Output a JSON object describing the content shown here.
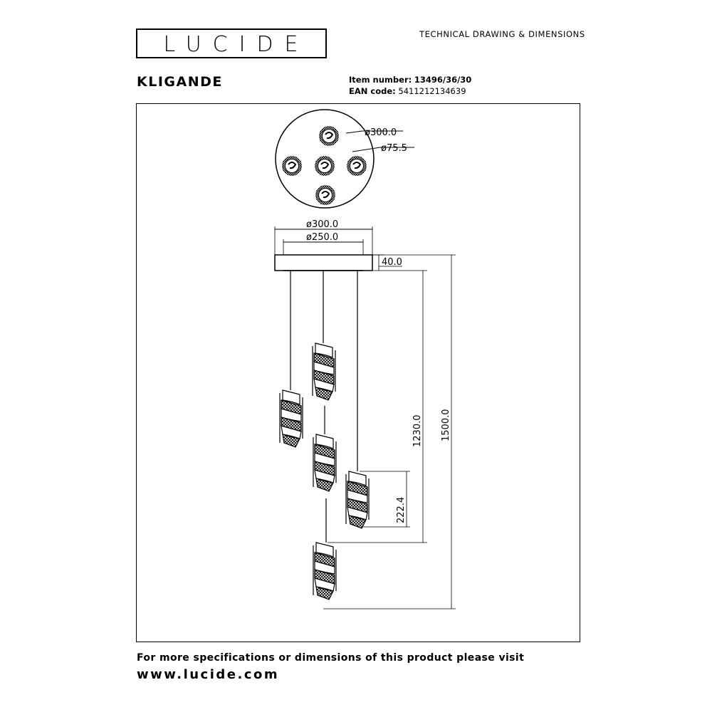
{
  "header": {
    "logo": "LUCIDE",
    "doc_type": "TECHNICAL DRAWING & DIMENSIONS",
    "product_name": "KLIGANDE",
    "item_number_label": "Item number:",
    "item_number": "13496/36/30",
    "ean_label": "EAN code:",
    "ean": "5411212134639"
  },
  "drawing": {
    "top_view": {
      "canopy_diameter": "ø300.0",
      "shade_diameter": "ø75.5"
    },
    "side_view": {
      "canopy_outer_diameter": "ø300.0",
      "canopy_inner_diameter": "ø250.0",
      "canopy_height": "40.0",
      "min_height": "1230.0",
      "max_height": "1500.0",
      "shade_height": "222.4"
    }
  },
  "footer": {
    "info_text": "For more specifications or dimensions of this product please visit",
    "url": "www.lucide.com"
  }
}
